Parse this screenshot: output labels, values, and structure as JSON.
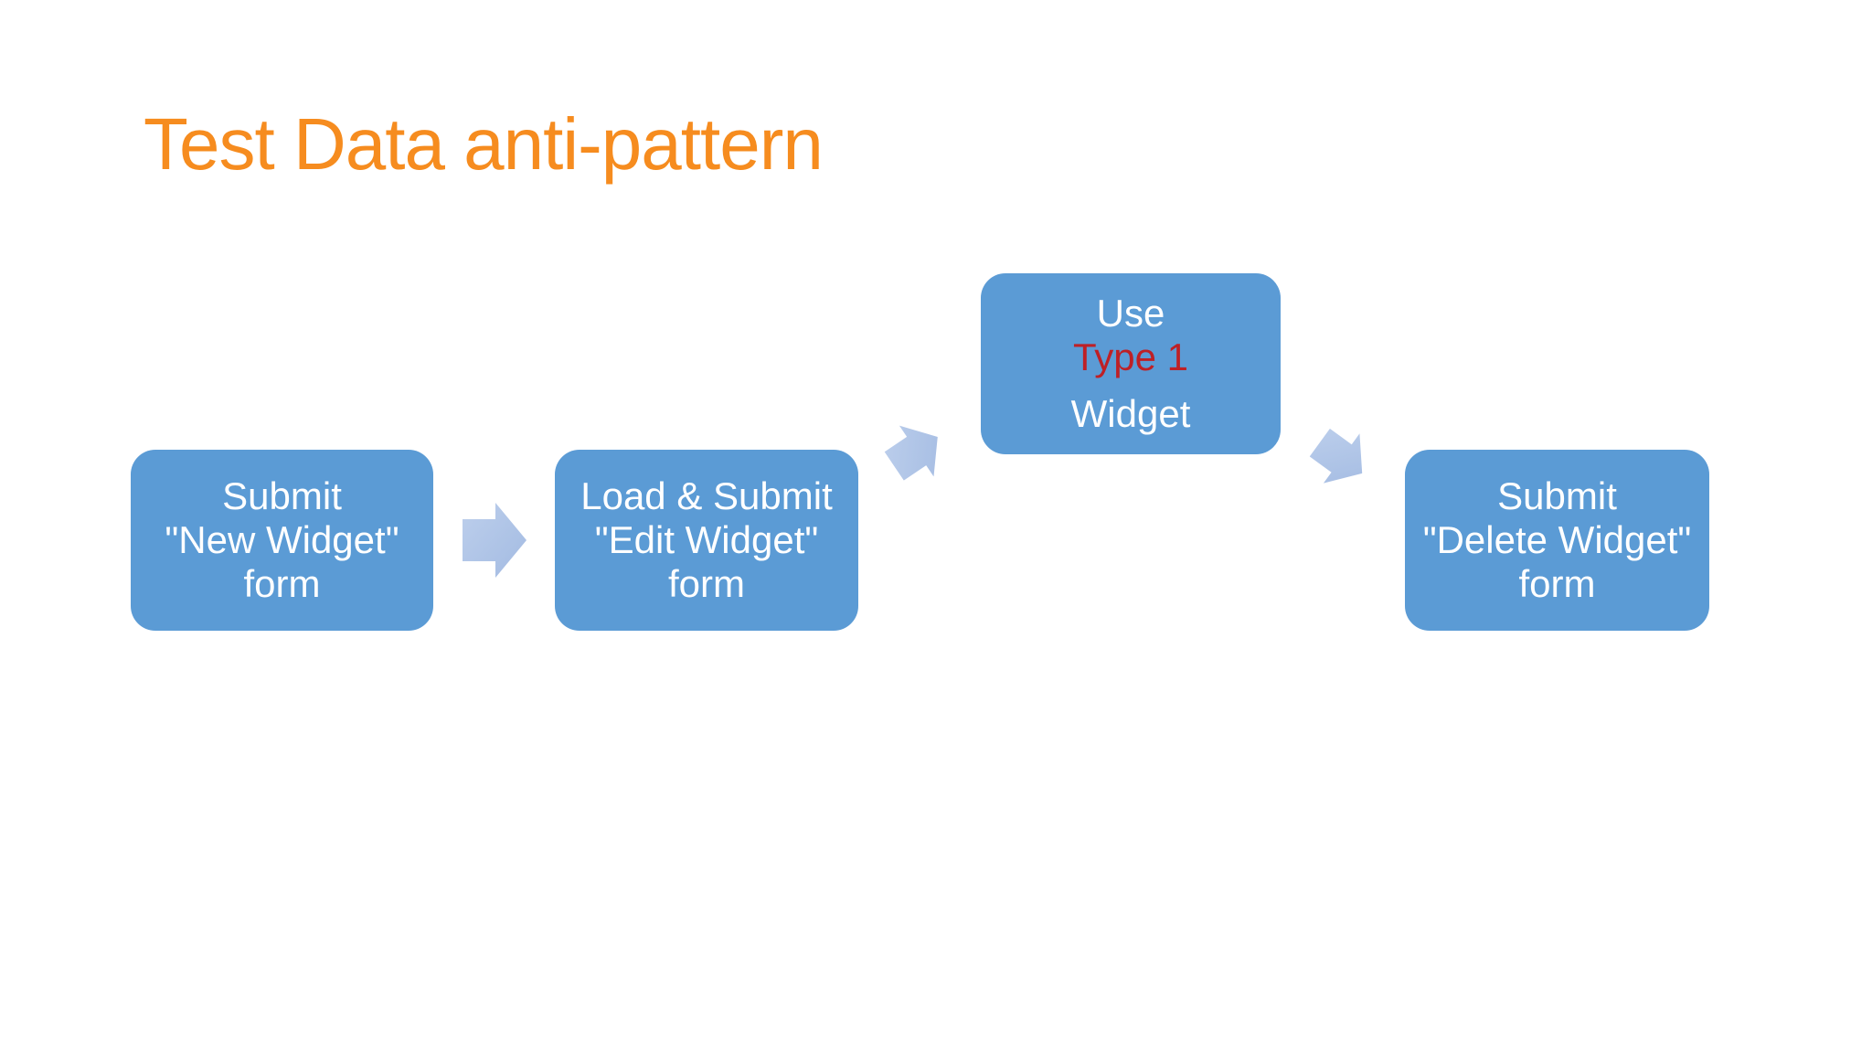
{
  "slide": {
    "title": "Test Data anti-pattern",
    "background": "#FFFFFF"
  },
  "colors": {
    "title_orange": "#F68C1F",
    "box_fill_blue": "#5B9BD5",
    "box_text_white": "#FFFFFF",
    "highlight_red": "#BE2026",
    "arrow_light_blue": "#BDCFEC",
    "arrow_dark_blue": "#A3BBE2"
  },
  "flow": {
    "steps": [
      {
        "id": "submit-new-widget",
        "lines": [
          "Submit",
          "\"New Widget\"",
          "form"
        ]
      },
      {
        "id": "load-submit-edit-widget",
        "lines": [
          "Load & Submit",
          "\"Edit Widget\"",
          "form"
        ]
      },
      {
        "id": "use-type-1-widget",
        "lines": [
          "Use",
          "Type 1",
          "Widget"
        ],
        "highlight_line": "Type 1"
      },
      {
        "id": "submit-delete-widget",
        "lines": [
          "Submit",
          "\"Delete Widget\"",
          "form"
        ]
      }
    ],
    "arrows": [
      {
        "direction": "right"
      },
      {
        "direction": "up-right"
      },
      {
        "direction": "down-right"
      }
    ]
  }
}
